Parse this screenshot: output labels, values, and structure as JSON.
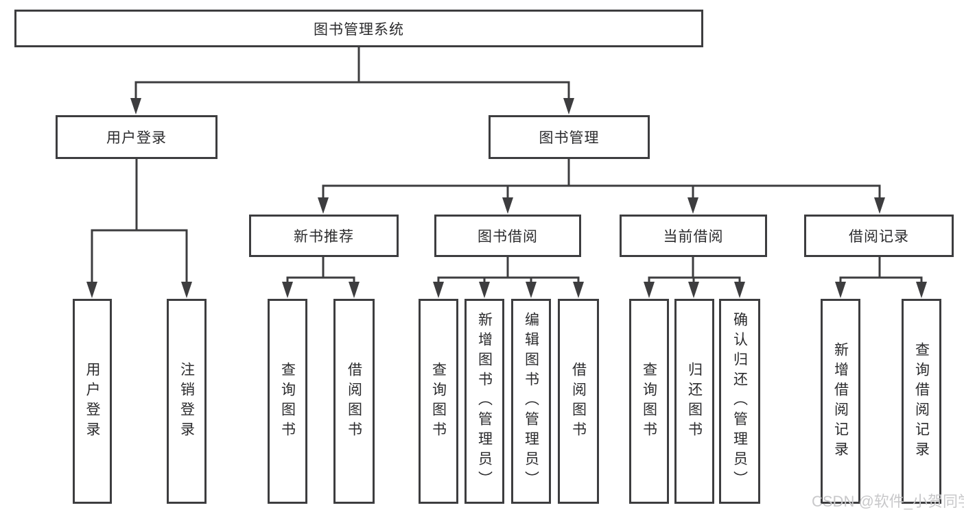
{
  "diagram": {
    "root": {
      "label": "图书管理系统",
      "children": [
        {
          "label": "用户登录",
          "children": [
            {
              "label": "用户登录"
            },
            {
              "label": "注销登录"
            }
          ]
        },
        {
          "label": "图书管理",
          "children": [
            {
              "label": "新书推荐",
              "children": [
                {
                  "label": "查询图书"
                },
                {
                  "label": "借阅图书"
                }
              ]
            },
            {
              "label": "图书借阅",
              "children": [
                {
                  "label": "查询图书"
                },
                {
                  "label": "新增图书（管理员）"
                },
                {
                  "label": "编辑图书（管理员）"
                },
                {
                  "label": "借阅图书"
                }
              ]
            },
            {
              "label": "当前借阅",
              "children": [
                {
                  "label": "查询图书"
                },
                {
                  "label": "归还图书"
                },
                {
                  "label": "确认归还（管理员）"
                }
              ]
            },
            {
              "label": "借阅记录",
              "children": [
                {
                  "label": "新增借阅记录"
                },
                {
                  "label": "查询借阅记录"
                }
              ]
            }
          ]
        }
      ]
    }
  },
  "watermark": {
    "text": "CSDN @软件_小贺同学"
  },
  "colors": {
    "line": "#3d3d3f",
    "text": "#2b2b2d",
    "background": "#ffffff",
    "watermark": "#c8c8ca"
  }
}
